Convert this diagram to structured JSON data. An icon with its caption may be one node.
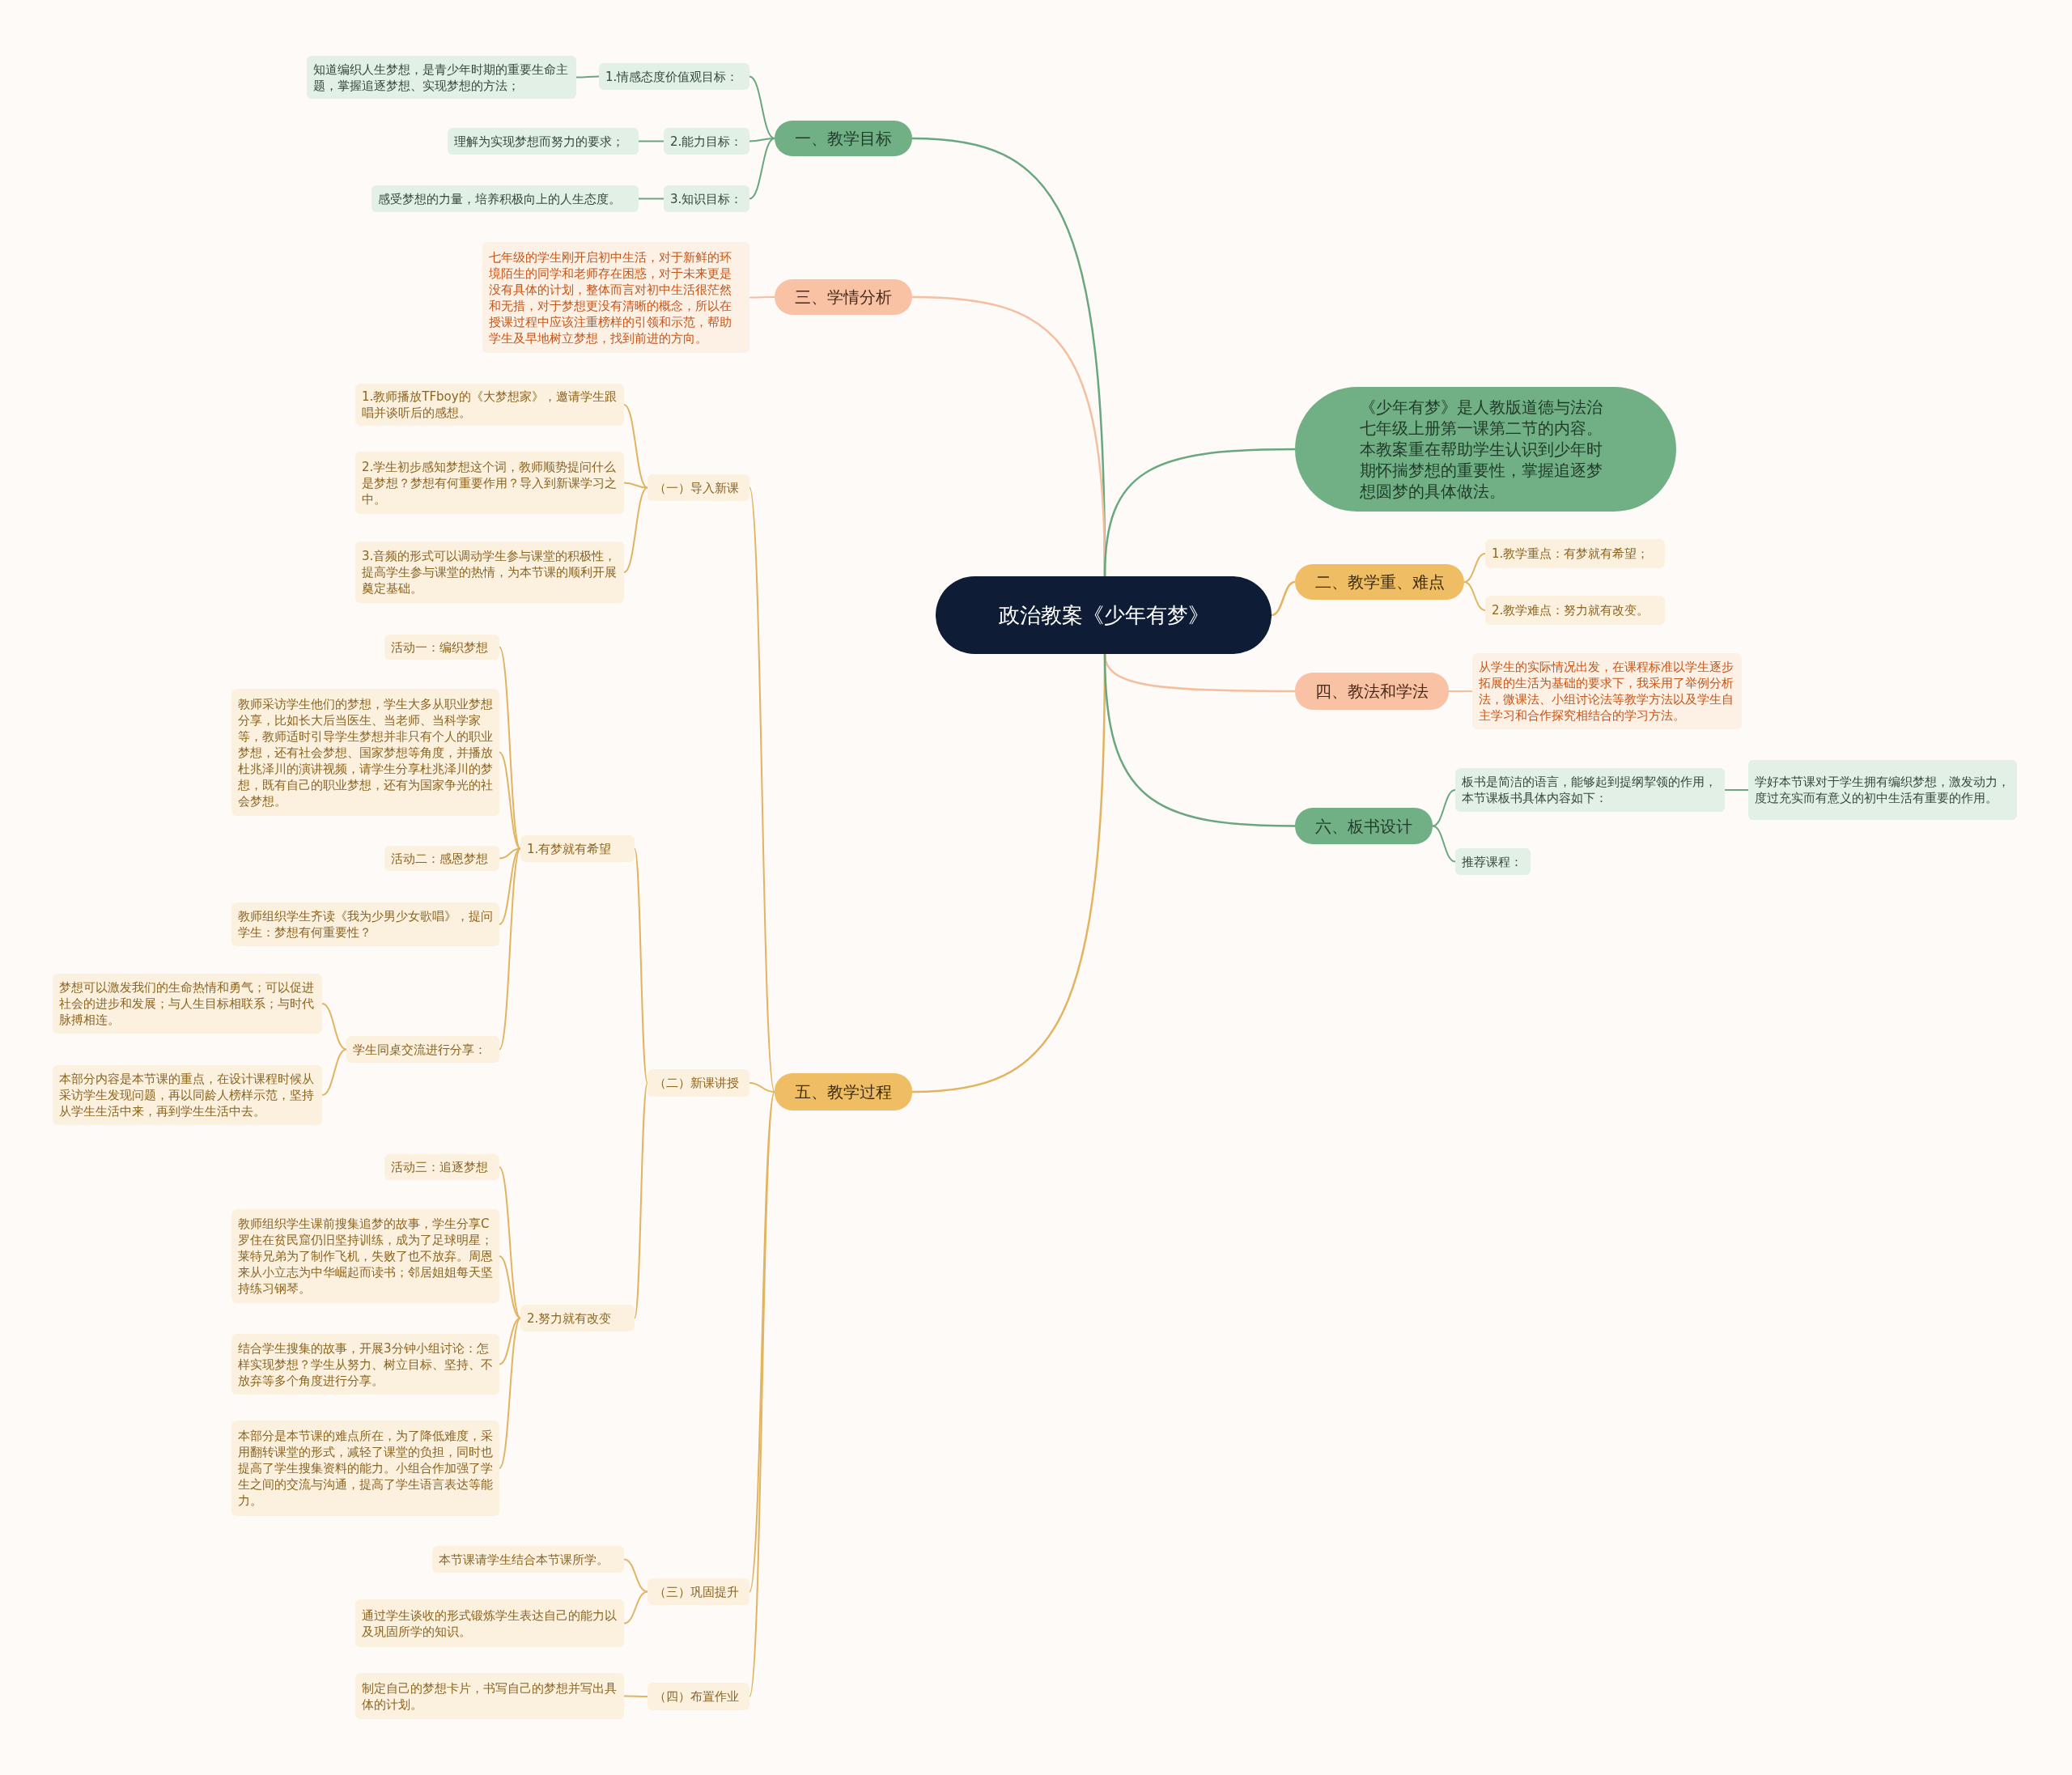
{
  "diagram": {
    "nodes": [
      {
        "text": [
          "政治教案《少年有梦》"
        ]
      },
      {
        "text": [
          "一、教学目标"
        ]
      },
      {
        "text": [
          "1.情感态度价值观目标："
        ]
      },
      {
        "text": [
          "知道编织人生梦想，是青少年时期的重要生命主题，掌握追逐梦想、实现梦想的方法；"
        ]
      },
      {
        "text": [
          "2.能力目标："
        ]
      },
      {
        "text": [
          "理解为实现梦想而努力的要求；"
        ]
      },
      {
        "text": [
          "3.知识目标："
        ]
      },
      {
        "text": [
          "感受梦想的力量，培养积极向上的人生态度。"
        ]
      },
      {
        "text": [
          "三、学情分析"
        ]
      },
      {
        "text": [
          "七年级的学生刚开启初中生活，对于新鲜的环境陌生的同学和老师存在困惑，对于未来更是没有具体的计划，整体而言对初中生活很茫然和无措，对于梦想更没有清晰的概念，所以在授课过程中应该注重榜样的引领和示范，帮助学生及早地树立梦想，找到前进的方向。"
        ]
      },
      {
        "text": [
          "《少年有梦》是人教版道德与法治七年级上册第一课第二节的内容。本教案重在帮助学生认识到少年时期怀揣梦想的重要性，掌握追逐梦想圆梦的具体做法。"
        ]
      },
      {
        "text": [
          "二、教学重、难点"
        ]
      },
      {
        "text": [
          "1.教学重点：有梦就有希望；"
        ]
      },
      {
        "text": [
          "2.教学难点：努力就有改变。"
        ]
      },
      {
        "text": [
          "四、教法和学法"
        ]
      },
      {
        "text": [
          "从学生的实际情况出发，在课程标准以学生逐步拓展的生活为基础的要求下，我采用了举例分析法，微课法、小组讨论法等教学方法以及学生自主学习和合作探究相结合的学习方法。"
        ]
      },
      {
        "text": [
          "五、教学过程"
        ]
      },
      {
        "text": [
          "六、板书设计"
        ]
      },
      {
        "text": [
          "板书是简洁的语言，能够起到提纲挈领的作用，本节课板书具体内容如下："
        ]
      },
      {
        "text": [
          "学好本节课对于学生拥有编织梦想，激发动力，度过充实而有意义的初中生活有重要的作用。"
        ]
      },
      {
        "text": [
          "推荐课程："
        ]
      },
      {
        "text": [
          "（一）导入新课"
        ]
      },
      {
        "text": [
          "1.教师播放TFboy的《大梦想家》，邀请学生跟唱并谈听后的感想。"
        ]
      },
      {
        "text": [
          "2.学生初步感知梦想这个词，教师顺势提问什么是梦想？梦想有何重要作用？导入到新课学习之中。"
        ]
      },
      {
        "text": [
          "3.音频的形式可以调动学生参与课堂的积极性，提高学生参与课堂的热情，为本节课的顺利开展奠定基础。"
        ]
      },
      {
        "text": [
          "（二）新课讲授"
        ]
      },
      {
        "text": [
          "1.有梦就有希望"
        ]
      },
      {
        "text": [
          "活动一：编织梦想"
        ]
      },
      {
        "text": [
          "教师采访学生他们的梦想，学生大多从职业梦想分享，比如长大后当医生、当老师、当科学家等，教师适时引导学生梦想并非只有个人的职业梦想，还有社会梦想、国家梦想等角度，并播放杜兆泽川的演讲视频，请学生分享杜兆泽川的梦想，既有自己的职业梦想，还有为国家争光的社会梦想。"
        ]
      },
      {
        "text": [
          "活动二：感恩梦想"
        ]
      },
      {
        "text": [
          "教师组织学生齐读《我为少男少女歌唱》，提问学生：梦想有何重要性？"
        ]
      },
      {
        "text": [
          "学生同桌交流进行分享："
        ]
      },
      {
        "text": [
          "梦想可以激发我们的生命热情和勇气；可以促进社会的进步和发展；与人生目标相联系；与时代脉搏相连。"
        ]
      },
      {
        "text": [
          "本部分内容是本节课的重点，在设计课程时候从采访学生发现问题，再以同龄人榜样示范，坚持从学生生活中来，再到学生生活中去。"
        ]
      },
      {
        "text": [
          "2.努力就有改变"
        ]
      },
      {
        "text": [
          "活动三：追逐梦想"
        ]
      },
      {
        "text": [
          "教师组织学生课前搜集追梦的故事，学生分享C罗住在贫民窟仍旧坚持训练，成为了足球明星；莱特兄弟为了制作飞机，失败了也不放弃。周恩来从小立志为中华崛起而读书；邻居姐姐每天坚持练习钢琴。"
        ]
      },
      {
        "text": [
          "结合学生搜集的故事，开展3分钟小组讨论：怎样实现梦想？学生从努力、树立目标、坚持、不放弃等多个角度进行分享。"
        ]
      },
      {
        "text": [
          "本部分是本节课的难点所在，为了降低难度，采用翻转课堂的形式，减轻了课堂的负担，同时也提高了学生搜集资料的能力。小组合作加强了学生之间的交流与沟通，提高了学生语言表达等能力。"
        ]
      },
      {
        "text": [
          "（三）巩固提升"
        ]
      },
      {
        "text": [
          "本节课请学生结合本节课所学。"
        ]
      },
      {
        "text": [
          "通过学生谈收的形式锻炼学生表达自己的能力以及巩固所学的知识。"
        ]
      },
      {
        "text": [
          "（四）布置作业"
        ]
      },
      {
        "text": [
          "制定自己的梦想卡片，书写自己的梦想并写出具体的计划。"
        ]
      }
    ],
    "edges": [
      {
        "from": 0,
        "to": 1,
        "arrow": "none",
        "color": "#6aa77f"
      },
      {
        "from": 1,
        "to": 2,
        "arrow": "none",
        "color": "#6aa77f"
      },
      {
        "from": 2,
        "to": 3,
        "arrow": "none",
        "color": "#6aa77f"
      },
      {
        "from": 1,
        "to": 4,
        "arrow": "none",
        "color": "#6aa77f"
      },
      {
        "from": 4,
        "to": 5,
        "arrow": "none",
        "color": "#6aa77f"
      },
      {
        "from": 1,
        "to": 6,
        "arrow": "none",
        "color": "#6aa77f"
      },
      {
        "from": 6,
        "to": 7,
        "arrow": "none",
        "color": "#6aa77f"
      },
      {
        "from": 0,
        "to": 8,
        "arrow": "none",
        "color": "#f3bf9f"
      },
      {
        "from": 8,
        "to": 9,
        "arrow": "none",
        "color": "#f3bf9f"
      },
      {
        "from": 0,
        "to": 10,
        "arrow": "none",
        "color": "#6aa77f"
      },
      {
        "from": 0,
        "to": 11,
        "arrow": "none"
      },
      {
        "from": 11,
        "to": 12,
        "arrow": "none"
      },
      {
        "from": 11,
        "to": 13,
        "arrow": "none"
      },
      {
        "from": 0,
        "to": 14,
        "arrow": "none",
        "color": "#f3bf9f"
      },
      {
        "from": 14,
        "to": 15,
        "arrow": "none",
        "color": "#f3bf9f"
      },
      {
        "from": 0,
        "to": 16,
        "arrow": "none"
      },
      {
        "from": 0,
        "to": 17,
        "arrow": "none",
        "color": "#6aa77f"
      },
      {
        "from": 17,
        "to": 18,
        "arrow": "none",
        "color": "#6aa77f"
      },
      {
        "from": 18,
        "to": 19,
        "arrow": "none",
        "color": "#6aa77f"
      },
      {
        "from": 17,
        "to": 20,
        "arrow": "none",
        "color": "#6aa77f"
      },
      {
        "from": 16,
        "to": 21,
        "arrow": "none"
      },
      {
        "from": 21,
        "to": 22,
        "arrow": "none"
      },
      {
        "from": 21,
        "to": 23,
        "arrow": "none"
      },
      {
        "from": 21,
        "to": 24,
        "arrow": "none"
      },
      {
        "from": 16,
        "to": 25,
        "arrow": "none"
      },
      {
        "from": 25,
        "to": 26,
        "arrow": "none"
      },
      {
        "from": 26,
        "to": 27,
        "arrow": "none"
      },
      {
        "from": 26,
        "to": 28,
        "arrow": "none"
      },
      {
        "from": 26,
        "to": 29,
        "arrow": "none"
      },
      {
        "from": 26,
        "to": 30,
        "arrow": "none"
      },
      {
        "from": 26,
        "to": 31,
        "arrow": "none"
      },
      {
        "from": 31,
        "to": 32,
        "arrow": "none"
      },
      {
        "from": 31,
        "to": 33,
        "arrow": "none"
      },
      {
        "from": 25,
        "to": 34,
        "arrow": "none"
      },
      {
        "from": 34,
        "to": 35,
        "arrow": "none"
      },
      {
        "from": 34,
        "to": 36,
        "arrow": "none"
      },
      {
        "from": 34,
        "to": 37,
        "arrow": "none"
      },
      {
        "from": 34,
        "to": 38,
        "arrow": "none"
      },
      {
        "from": 16,
        "to": 39,
        "arrow": "none"
      },
      {
        "from": 39,
        "to": 40,
        "arrow": "none"
      },
      {
        "from": 39,
        "to": 41,
        "arrow": "none"
      },
      {
        "from": 16,
        "to": 42,
        "arrow": "none"
      },
      {
        "from": 42,
        "to": 43,
        "arrow": "none"
      }
    ]
  }
}
